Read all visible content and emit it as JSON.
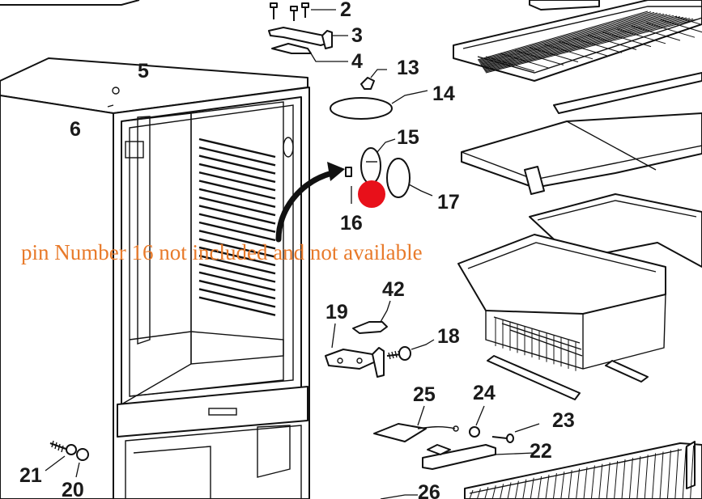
{
  "callouts": [
    "2",
    "3",
    "4",
    "5",
    "6",
    "13",
    "14",
    "15",
    "16",
    "17",
    "18",
    "19",
    "20",
    "21",
    "22",
    "23",
    "24",
    "25",
    "26",
    "42"
  ],
  "note": {
    "text": "pin Number 16 not included and not available",
    "color": "#e87a2a"
  },
  "marker_color": "#e8101a",
  "arrow_color": "#111111"
}
